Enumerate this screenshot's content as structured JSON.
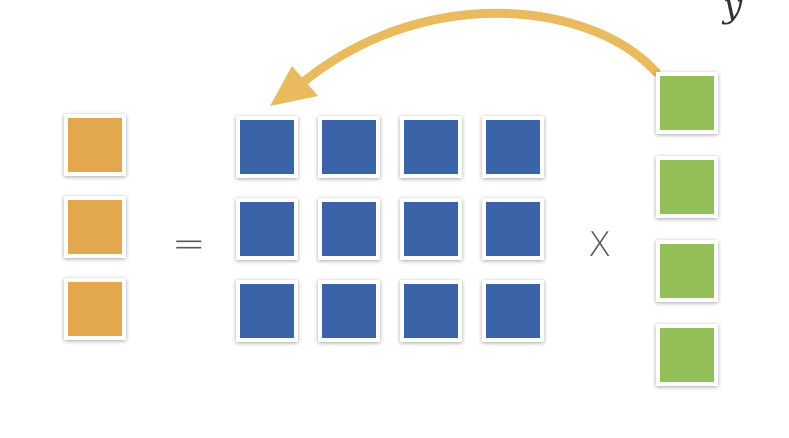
{
  "diagram": {
    "colors": {
      "output": "#E3A84E",
      "matrix": "#3A64A7",
      "input": "#94BE57",
      "arrow": "#E9BA5E",
      "operator": "#595959"
    },
    "output_vector": {
      "length": 3
    },
    "matrix": {
      "rows": 3,
      "cols": 4
    },
    "input_vector": {
      "length": 4
    },
    "equals_symbol": "=",
    "times_symbol": "X",
    "corner_glyph": "y",
    "arrow": {
      "from": "input-vector",
      "to": "matrix"
    }
  }
}
